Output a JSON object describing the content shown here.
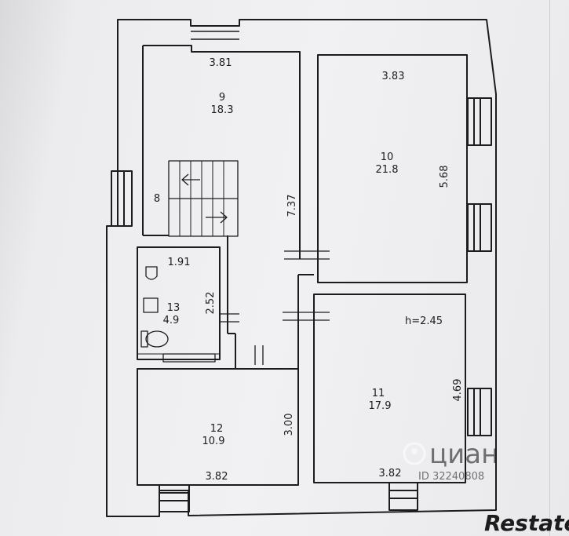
{
  "plan": {
    "rooms": [
      {
        "number": "9",
        "area": "18.3",
        "dims": [
          "3.81"
        ]
      },
      {
        "number": "10",
        "area": "21.8",
        "dims": [
          "3.83",
          "5.68"
        ]
      },
      {
        "number": "8",
        "dims": [
          "7.37"
        ]
      },
      {
        "number": "13",
        "area": "4.9",
        "dims": [
          "1.91",
          "2.52"
        ]
      },
      {
        "number": "11",
        "area": "17.9",
        "dims": [
          "4.69",
          "3.82"
        ],
        "note": "h=2.45"
      },
      {
        "number": "12",
        "area": "10.9",
        "dims": [
          "3.00",
          "3.82"
        ]
      }
    ]
  },
  "watermark": {
    "cian_text": "циан",
    "cian_id": "ID 32240808",
    "brand": "Restate"
  },
  "colors": {
    "paper": "#f1f1f3",
    "line": "#1c1c1c",
    "watermark": "#ffffff"
  }
}
